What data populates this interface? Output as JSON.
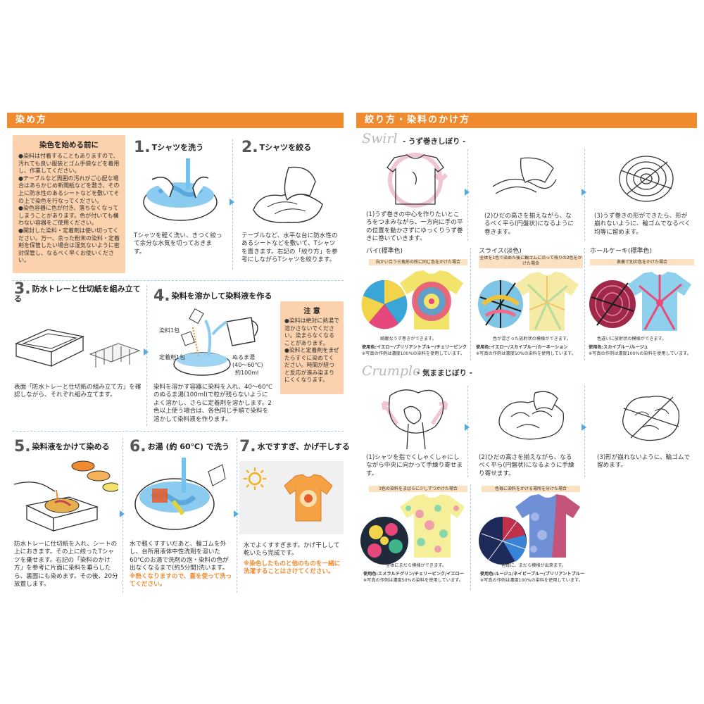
{
  "left": {
    "header": "染め方",
    "before": {
      "title": "染色を始める前に",
      "items": [
        "●染料は付着することもありますので、汚れても良い服装とゴム手袋などを着用し、作業してください。",
        "●テーブルなど周囲の汚れがご心配な場合はあらかじめ新聞紙などを敷き、その上に防水性のあるシートなどを敷いてその上で染色を行なってください。",
        "●染色容器に色が付き、落ちなくなってしまうことがあります。色が付いても構わない容器をご使用ください。",
        "●開封した染料・定着剤は使い切ってください。万一、余った粉末の染料・定着剤を保管したい場合は湿気ないように密封保管し、なるべく早くお使いください。"
      ]
    },
    "step1": {
      "num": "1.",
      "title": "Tシャツを洗う",
      "text": "Tシャツを軽く洗い、きつく絞って余分な水気を切っておきます。"
    },
    "step2": {
      "num": "2.",
      "title": "Tシャツを絞る",
      "text": "テーブルなど、水平な台に防水性のあるシートなどを敷いて、Tシャツを置きます。右記の「絞り方」を参考にしながらTシャツを絞ります。"
    },
    "step3": {
      "num": "3.",
      "title": "防水トレーと仕切紙を組み立てる",
      "text": "表面「防水トレーと仕切紙の組み立て方」を確認しながら、それぞれ組み立てます。"
    },
    "step4": {
      "num": "4.",
      "title": "染料を溶かして染料液を作る",
      "label_dye": "染料1包",
      "label_fix": "定着剤1包",
      "label_water": "ぬるま湯",
      "label_temp": "(40〜60℃)",
      "label_vol": "約100ml",
      "text": "染料を溶かす容器に染料を入れ、40〜60℃のぬるま湯(100ml)で粒が残らないようによく溶かし、さらに定着剤を溶かします。2色以上使う場合は、各色同じ手順で染料を溶かして染料液を作ります。"
    },
    "caution": {
      "title": "注 意",
      "items": [
        "●染料は絶対に熱湯で溶かさないでください。染まらなくなることがあります。",
        "●染料と定着剤をまぜたらすぐに染めてください。時間が経つと反応が進み染まりにくくなります。"
      ]
    },
    "step5": {
      "num": "5.",
      "title": "染料液をかけて染める",
      "text": "防水トレーに仕切紙を入れ、シートの上におきます。その上に絞ったTシャツを乗せます。右記の「染料のかけ方」を参考に片面に染料を垂らしたら、裏面にも染めます。その後、20分放置します。"
    },
    "step6": {
      "num": "6.",
      "title": "お湯 (約 60℃) で洗う",
      "text": "水で軽くすすいだあと、輪ゴムを外し、台所用液体中性洗剤を溶いた60℃のお湯で洗剤の泡・染料の色が出なくなるまで(約5分間)洗います。",
      "warn": "※熱くなりますので、蓋を使って洗ってください。"
    },
    "step7": {
      "num": "7.",
      "title": "水ですすぎ、かげ干しする",
      "text": "水でよくすすぎます。かげ干しして乾いたら完成です。",
      "warn": "※染色したものと他のものを一緒に洗濯することはさけてください。"
    }
  },
  "right": {
    "header": "絞り方・染料のかけ方",
    "swirl": {
      "script": "Swirl",
      "label": "- うず巻きしぼり -",
      "steps": [
        "(1)うず巻きの中心を作りたいところをつまみながら、一方向に手の平の位置を動かさずにゆっくりうず巻きに巻いていきます。",
        "(2)ひだの高さを揃えながら、なるべく平ら(円盤状)になるように巻きます。",
        "(3)うず巻きの形ができたら、形が崩れないように、輪ゴムでなるべく均等に留めます。"
      ],
      "patterns": [
        {
          "name": "パイ(標準色)",
          "band": "向かい合う三角形の所に同じ色をかけた場合",
          "caption": "綺麗なうず巻きができます。",
          "colors": "使用色:イエロー/ブリリアントブルー/チェリーピンク",
          "note": "※写真の作例は濃度100%の染料を使用しています。"
        },
        {
          "name": "スライス(淡色)",
          "band": "全体を1色で染めた後に輪ゴムに沿って残りの2色をかけた場合",
          "caption": "色が混ざった放射状の模様ができます。",
          "colors": "使用色:イエロー/スカイブルー/カーネーション",
          "note": "※写真の作例は濃度50%の染料を使用しています。"
        },
        {
          "name": "ホールケーキ(標準色)",
          "band": "表裏で別の色をかけた場合",
          "caption": "色違いに放射状の模様ができます。",
          "colors": "使用色:スカイブルー/ルージュ",
          "note": "※写真の作例は濃度100%の染料を使用しています。"
        }
      ]
    },
    "crumple": {
      "script": "Crumple",
      "label": "- 気ままじぼり -",
      "steps": [
        "(1)シャツを指でくしゃくしゃにしながら中央に向かって手繰り寄せます。",
        "(2)ひだの高さを揃えながら、なるべく平ら(円盤状)になるように手繰り寄せます。",
        "(3)形が崩れないように、輪ゴムで留めます。"
      ],
      "patterns": [
        {
          "band": "3色の染料をまばらに少しずつかけた場合",
          "caption": "全体にまだら模様ができます。",
          "colors": "使用色:エメラルドグリン/チェリーピンク/イエロー",
          "note": "※写真の作例は濃度50%の染料を使用しています。"
        },
        {
          "band": "色毎に染料をかける場所を分けた場合",
          "caption": "色毎に、まだら模様が出来ます。",
          "colors": "使用色:ルージュ/ネイビーブルー/ブリリアントブルー",
          "note": "※写真の作例は濃度100%の染料を使用しています。"
        }
      ]
    }
  }
}
